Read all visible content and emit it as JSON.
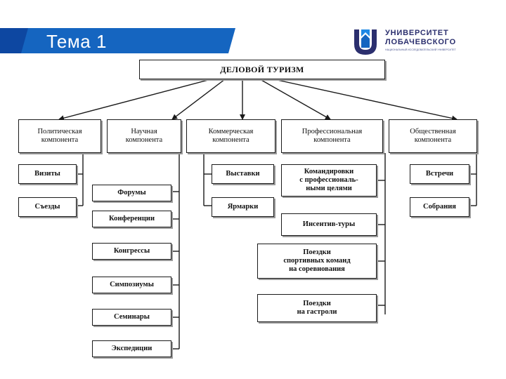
{
  "header": {
    "title": "Тема 1",
    "banner_color": "#1565c0",
    "banner_stripe_color": "#0d47a1"
  },
  "logo": {
    "line1": "УНИВЕРСИТЕТ",
    "line2": "ЛОБАЧЕВСКОГО",
    "line3": "НАЦИОНАЛЬНЫЙ ИССЛЕДОВАТЕЛЬСКИЙ УНИВЕРСИТЕТ",
    "color": "#2b2f6e"
  },
  "diagram": {
    "root": "ДЕЛОВОЙ ТУРИЗМ",
    "categories": [
      {
        "label": "Политическая\nкомпонента",
        "items": [
          "Визиты",
          "Съезды"
        ]
      },
      {
        "label": "Научная\nкомпонента",
        "items": [
          "Форумы",
          "Конференции",
          "Конгрессы",
          "Симпозиумы",
          "Семинары",
          "Экспедиции"
        ]
      },
      {
        "label": "Коммерческая\nкомпонента",
        "items": [
          "Выставки",
          "Ярмарки"
        ]
      },
      {
        "label": "Профессиональная\nкомпонента",
        "items": [
          "Командировки\nс профессиональ-\nными целями",
          "Инсентив-туры",
          "Поездки\nспортивных команд\nна соревнования",
          "Поездки\nна гастроли"
        ]
      },
      {
        "label": "Общественная\nкомпонента",
        "items": [
          "Встречи",
          "Собрания"
        ]
      }
    ]
  }
}
